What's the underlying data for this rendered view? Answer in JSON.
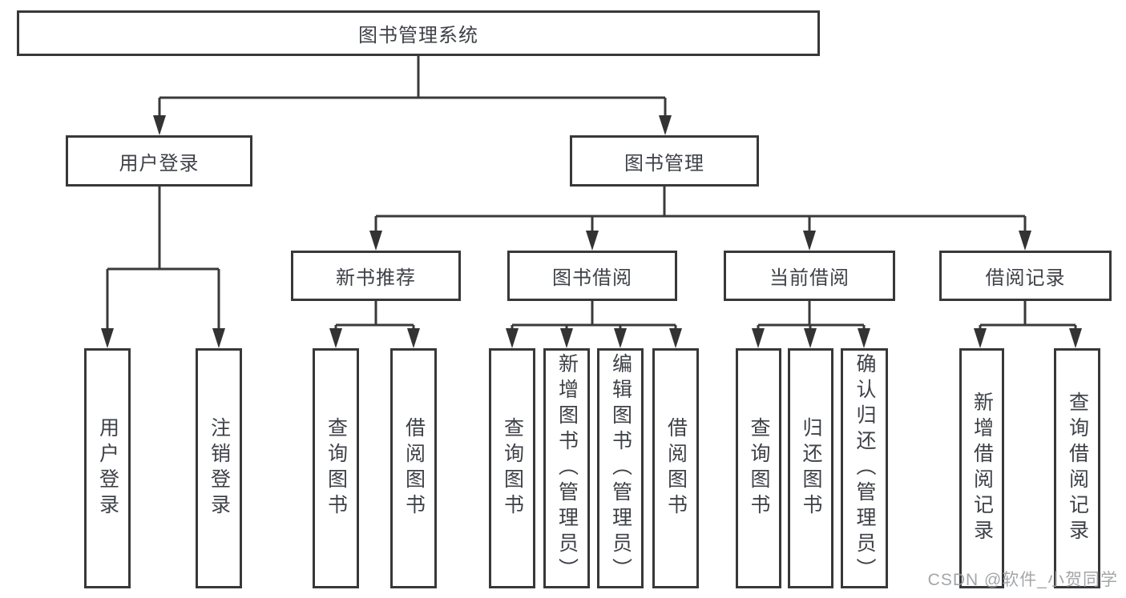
{
  "tree": {
    "root": "图书管理系统",
    "children": [
      {
        "label": "用户登录",
        "children": [
          "用户登录",
          "注销登录"
        ]
      },
      {
        "label": "图书管理",
        "children": [
          {
            "label": "新书推荐",
            "children": [
              "查询图书",
              "借阅图书"
            ]
          },
          {
            "label": "图书借阅",
            "children": [
              "查询图书",
              "新增图书（管理员）",
              "编辑图书（管理员）",
              "借阅图书"
            ]
          },
          {
            "label": "当前借阅",
            "children": [
              "查询图书",
              "归还图书",
              "确认归还（管理员）"
            ]
          },
          {
            "label": "借阅记录",
            "children": [
              "新增借阅记录",
              "查询借阅记录"
            ]
          }
        ]
      }
    ]
  },
  "watermark": "CSDN @软件_小贺同学",
  "colors": {
    "line": "#3a3a3a",
    "text": "#3e4147",
    "watermark": "#9b9ca0",
    "background": "#ffffff"
  }
}
